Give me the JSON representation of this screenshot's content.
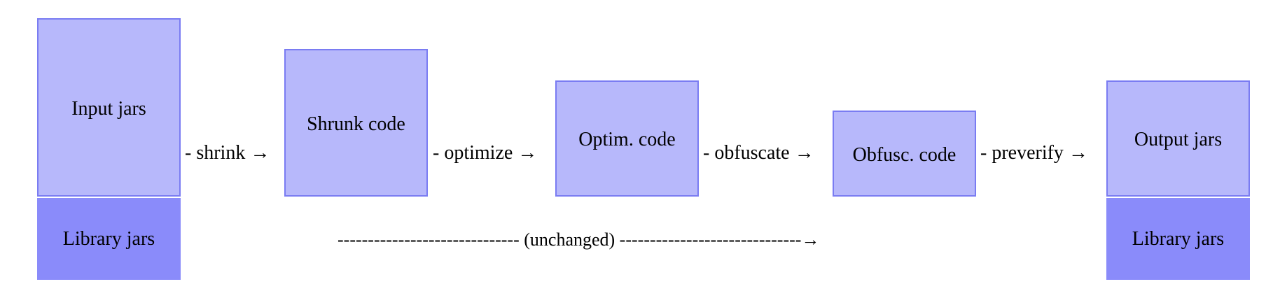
{
  "boxes": {
    "input_jars": "Input jars",
    "library_jars_left": "Library jars",
    "shrunk_code": "Shrunk code",
    "optim_code": "Optim. code",
    "obfusc_code": "Obfusc. code",
    "output_jars": "Output jars",
    "library_jars_right": "Library jars"
  },
  "arrows": {
    "shrink": "- shrink →",
    "optimize": "- optimize →",
    "obfuscate": "- obfuscate →",
    "preverify": "- preverify →",
    "unchanged": "------------------------------ (unchanged) ------------------------------→"
  },
  "colors": {
    "box_fill": "#b7b8fb",
    "box_border": "#7a7cf2",
    "library_fill": "#8a8bfa"
  }
}
